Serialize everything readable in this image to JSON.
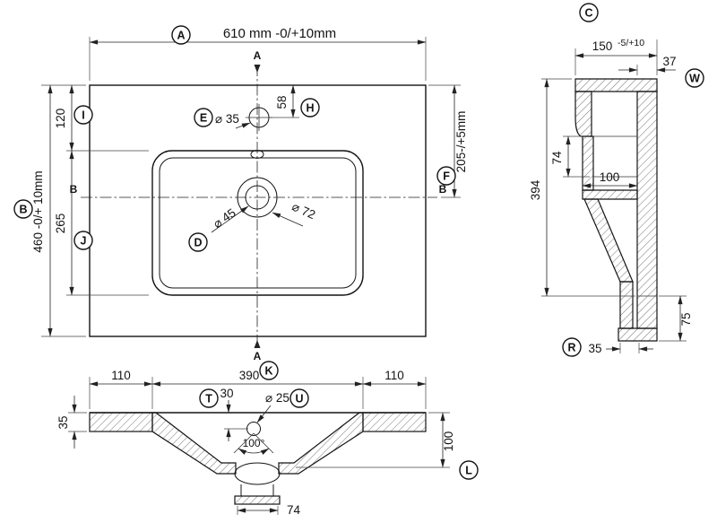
{
  "drawing": {
    "colors": {
      "line": "#141414",
      "background": "#ffffff"
    },
    "callouts": {
      "a": "A",
      "b": "B",
      "c": "C",
      "d": "D",
      "e": "E",
      "f": "F",
      "h": "H",
      "i": "I",
      "j": "J",
      "k": "K",
      "l": "L",
      "r": "R",
      "t": "T",
      "u": "U",
      "w": "W"
    },
    "top": {
      "width": "610 mm -0/+10mm",
      "depth": "460 -0/+ 10mm",
      "back_offset": "120",
      "bowl_length": "265",
      "faucet_offset": "58",
      "drain_offset": "205-/+5mm",
      "faucet_dia": "⌀ 35",
      "drain_inner_dia": "⌀ 45",
      "drain_outer_dia": "⌀ 72",
      "section_a": "A",
      "section_b": "B"
    },
    "side": {
      "depth": "150",
      "depth_tol": "-5/+10",
      "back_rail": "37",
      "overflow_height": "74",
      "bowl_width": "100",
      "height": "394",
      "foot_height": "75",
      "foot_offset": "35"
    },
    "front": {
      "left_margin": "110",
      "bowl_width": "390",
      "right_margin": "110",
      "faucet_depth": "30",
      "faucet_dia": "⌀ 25",
      "top_thickness": "35",
      "cone_angle": "100°",
      "bowl_depth": "100",
      "drain_width": "74"
    }
  }
}
